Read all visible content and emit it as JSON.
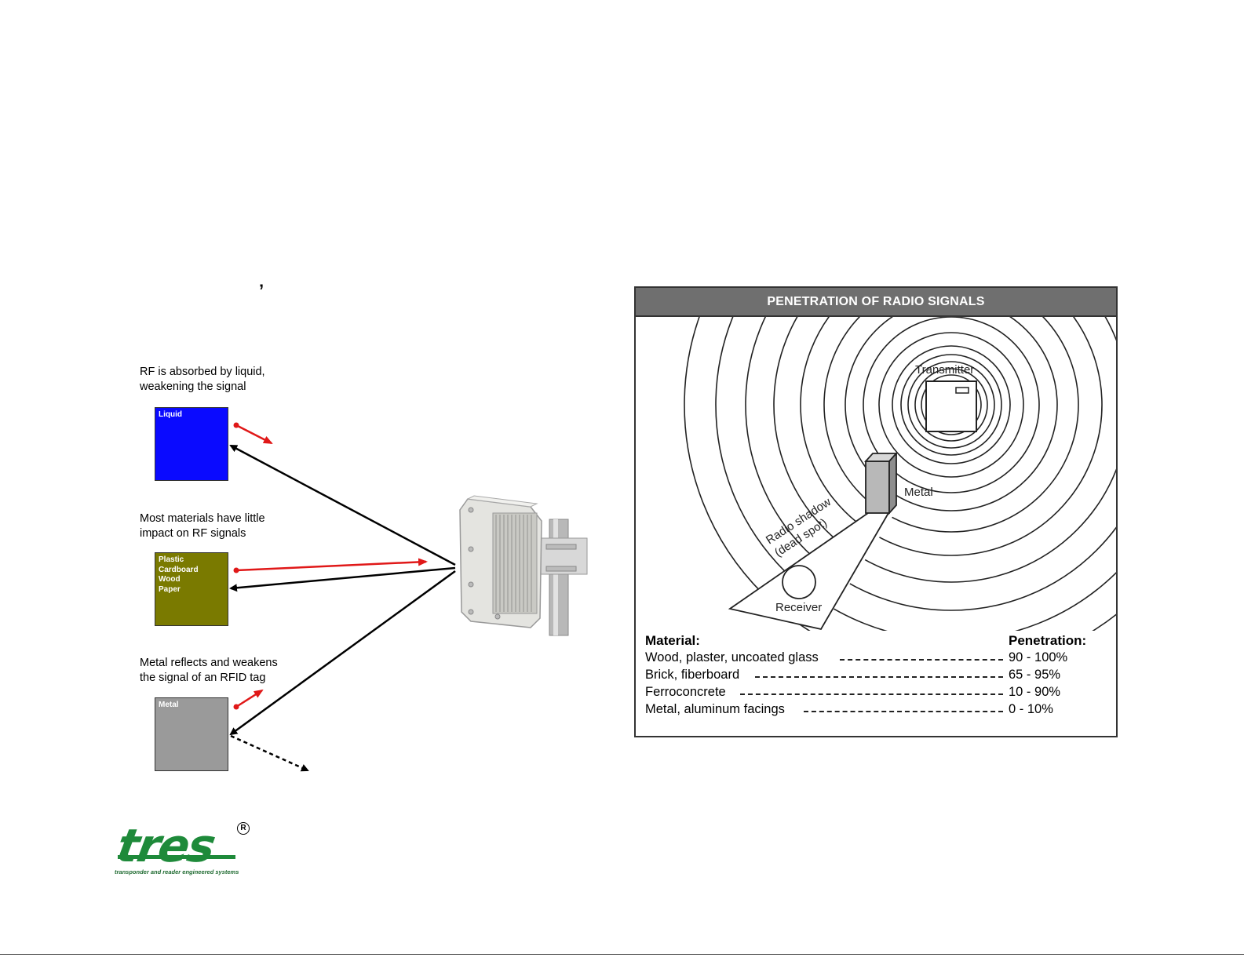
{
  "stroke_mark": "’",
  "left_diagram": {
    "captions": {
      "liquid": [
        "RF is absorbed  by liquid,",
        "weakening the signal"
      ],
      "most": [
        "Most materials have little",
        "impact on RF signals"
      ],
      "metal": [
        "Metal reflects and weakens",
        "the signal of an RFID tag"
      ]
    },
    "boxes": {
      "liquid": {
        "lines": [
          "Liquid"
        ],
        "color": "#0a0aff"
      },
      "plastic": {
        "lines": [
          "Plastic",
          "Cardboard",
          "Wood",
          "Paper"
        ],
        "color": "#7a7a00"
      },
      "metal": {
        "lines": [
          "Metal"
        ],
        "color": "#9a9a9a"
      }
    },
    "arrow_colors": {
      "signal": "#000000",
      "tag": "#e01818"
    }
  },
  "right_panel": {
    "title": "PENETRATION OF RADIO SIGNALS",
    "labels": {
      "transmitter": "Transmitter",
      "metal": "Metal",
      "shadow_line1": "Radio shadow",
      "shadow_line2": "(dead spot)",
      "receiver": "Receiver"
    },
    "table": {
      "header_material": "Material:",
      "header_penetration": "Penetration:",
      "rows": [
        {
          "material": "Wood, plaster, uncoated glass",
          "penetration": "90 - 100%"
        },
        {
          "material": "Brick, fiberboard",
          "penetration": "65 - 95%"
        },
        {
          "material": "Ferroconcrete",
          "penetration": "10 - 90%"
        },
        {
          "material": "Metal, aluminum facings",
          "penetration": "0 - 10%"
        }
      ]
    }
  },
  "logo": {
    "word": "tres",
    "registered": "R",
    "tagline": "transponder and reader engineered systems",
    "color": "#1e8a3a"
  }
}
